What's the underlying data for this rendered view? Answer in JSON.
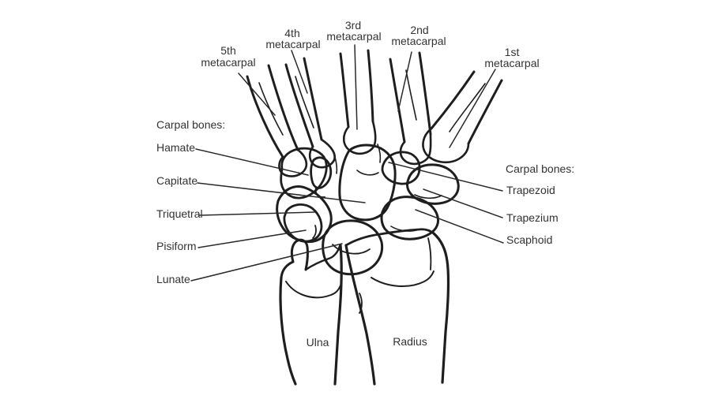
{
  "figure": {
    "background_color": "#ffffff",
    "line_color": "#1e1e1e",
    "text_color": "#333333",
    "metacarpal_labels": {
      "mc5": {
        "line1": "5th",
        "line2": "metacarpal"
      },
      "mc4": {
        "line1": "4th",
        "line2": "metacarpal"
      },
      "mc3": {
        "line1": "3rd",
        "line2": "metacarpal"
      },
      "mc2": {
        "line1": "2nd",
        "line2": "metacarpal"
      },
      "mc1": {
        "line1": "1st",
        "line2": "metacarpal"
      }
    },
    "left_labels": {
      "heading": "Carpal bones:",
      "hamate": "Hamate",
      "capitate": "Capitate",
      "triquetral": "Triquetral",
      "pisiform": "Pisiform",
      "lunate": "Lunate"
    },
    "right_labels": {
      "heading": "Carpal bones:",
      "trapezoid": "Trapezoid",
      "trapezium": "Trapezium",
      "scaphoid": "Scaphoid"
    },
    "forearm_labels": {
      "ulna": "Ulna",
      "radius": "Radius"
    }
  }
}
